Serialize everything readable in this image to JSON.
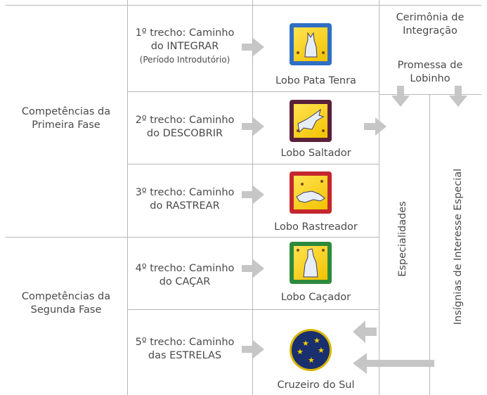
{
  "phases": [
    {
      "label": "Competências da Primeira Fase"
    },
    {
      "label": "Competências da Segunda Fase"
    }
  ],
  "stages": [
    {
      "label": "1º trecho: Caminho do INTEGRAR",
      "note": "(Período Introdutório)",
      "badge": "Lobo Pata Tenra",
      "badge_color": "#2f6fc4",
      "icon": "wolf-sitting-icon"
    },
    {
      "label": "2º trecho: Caminho do DESCOBRIR",
      "badge": "Lobo Saltador",
      "badge_color": "#5a1f3a",
      "icon": "wolf-leaping-icon"
    },
    {
      "label": "3º trecho: Caminho do RASTREAR",
      "badge": "Lobo Rastreador",
      "badge_color": "#c4262e",
      "icon": "wolf-tracking-icon"
    },
    {
      "label": "4º trecho: Caminho do CAÇAR",
      "badge": "Lobo Caçador",
      "badge_color": "#2d8a3c",
      "icon": "wolf-howling-icon"
    },
    {
      "label": "5º trecho: Caminho das ESTRELAS",
      "badge": "Cruzeiro do Sul",
      "badge_color": "#1a2f6e",
      "icon": "southern-cross-icon"
    }
  ],
  "ceremony": "Cerimônia de Integração",
  "promise": "Promessa de Lobinho",
  "specialties": "Especialidades",
  "special_interest": "Insígnias de Interesse Especial",
  "arrow_color": "#c6c6c6"
}
